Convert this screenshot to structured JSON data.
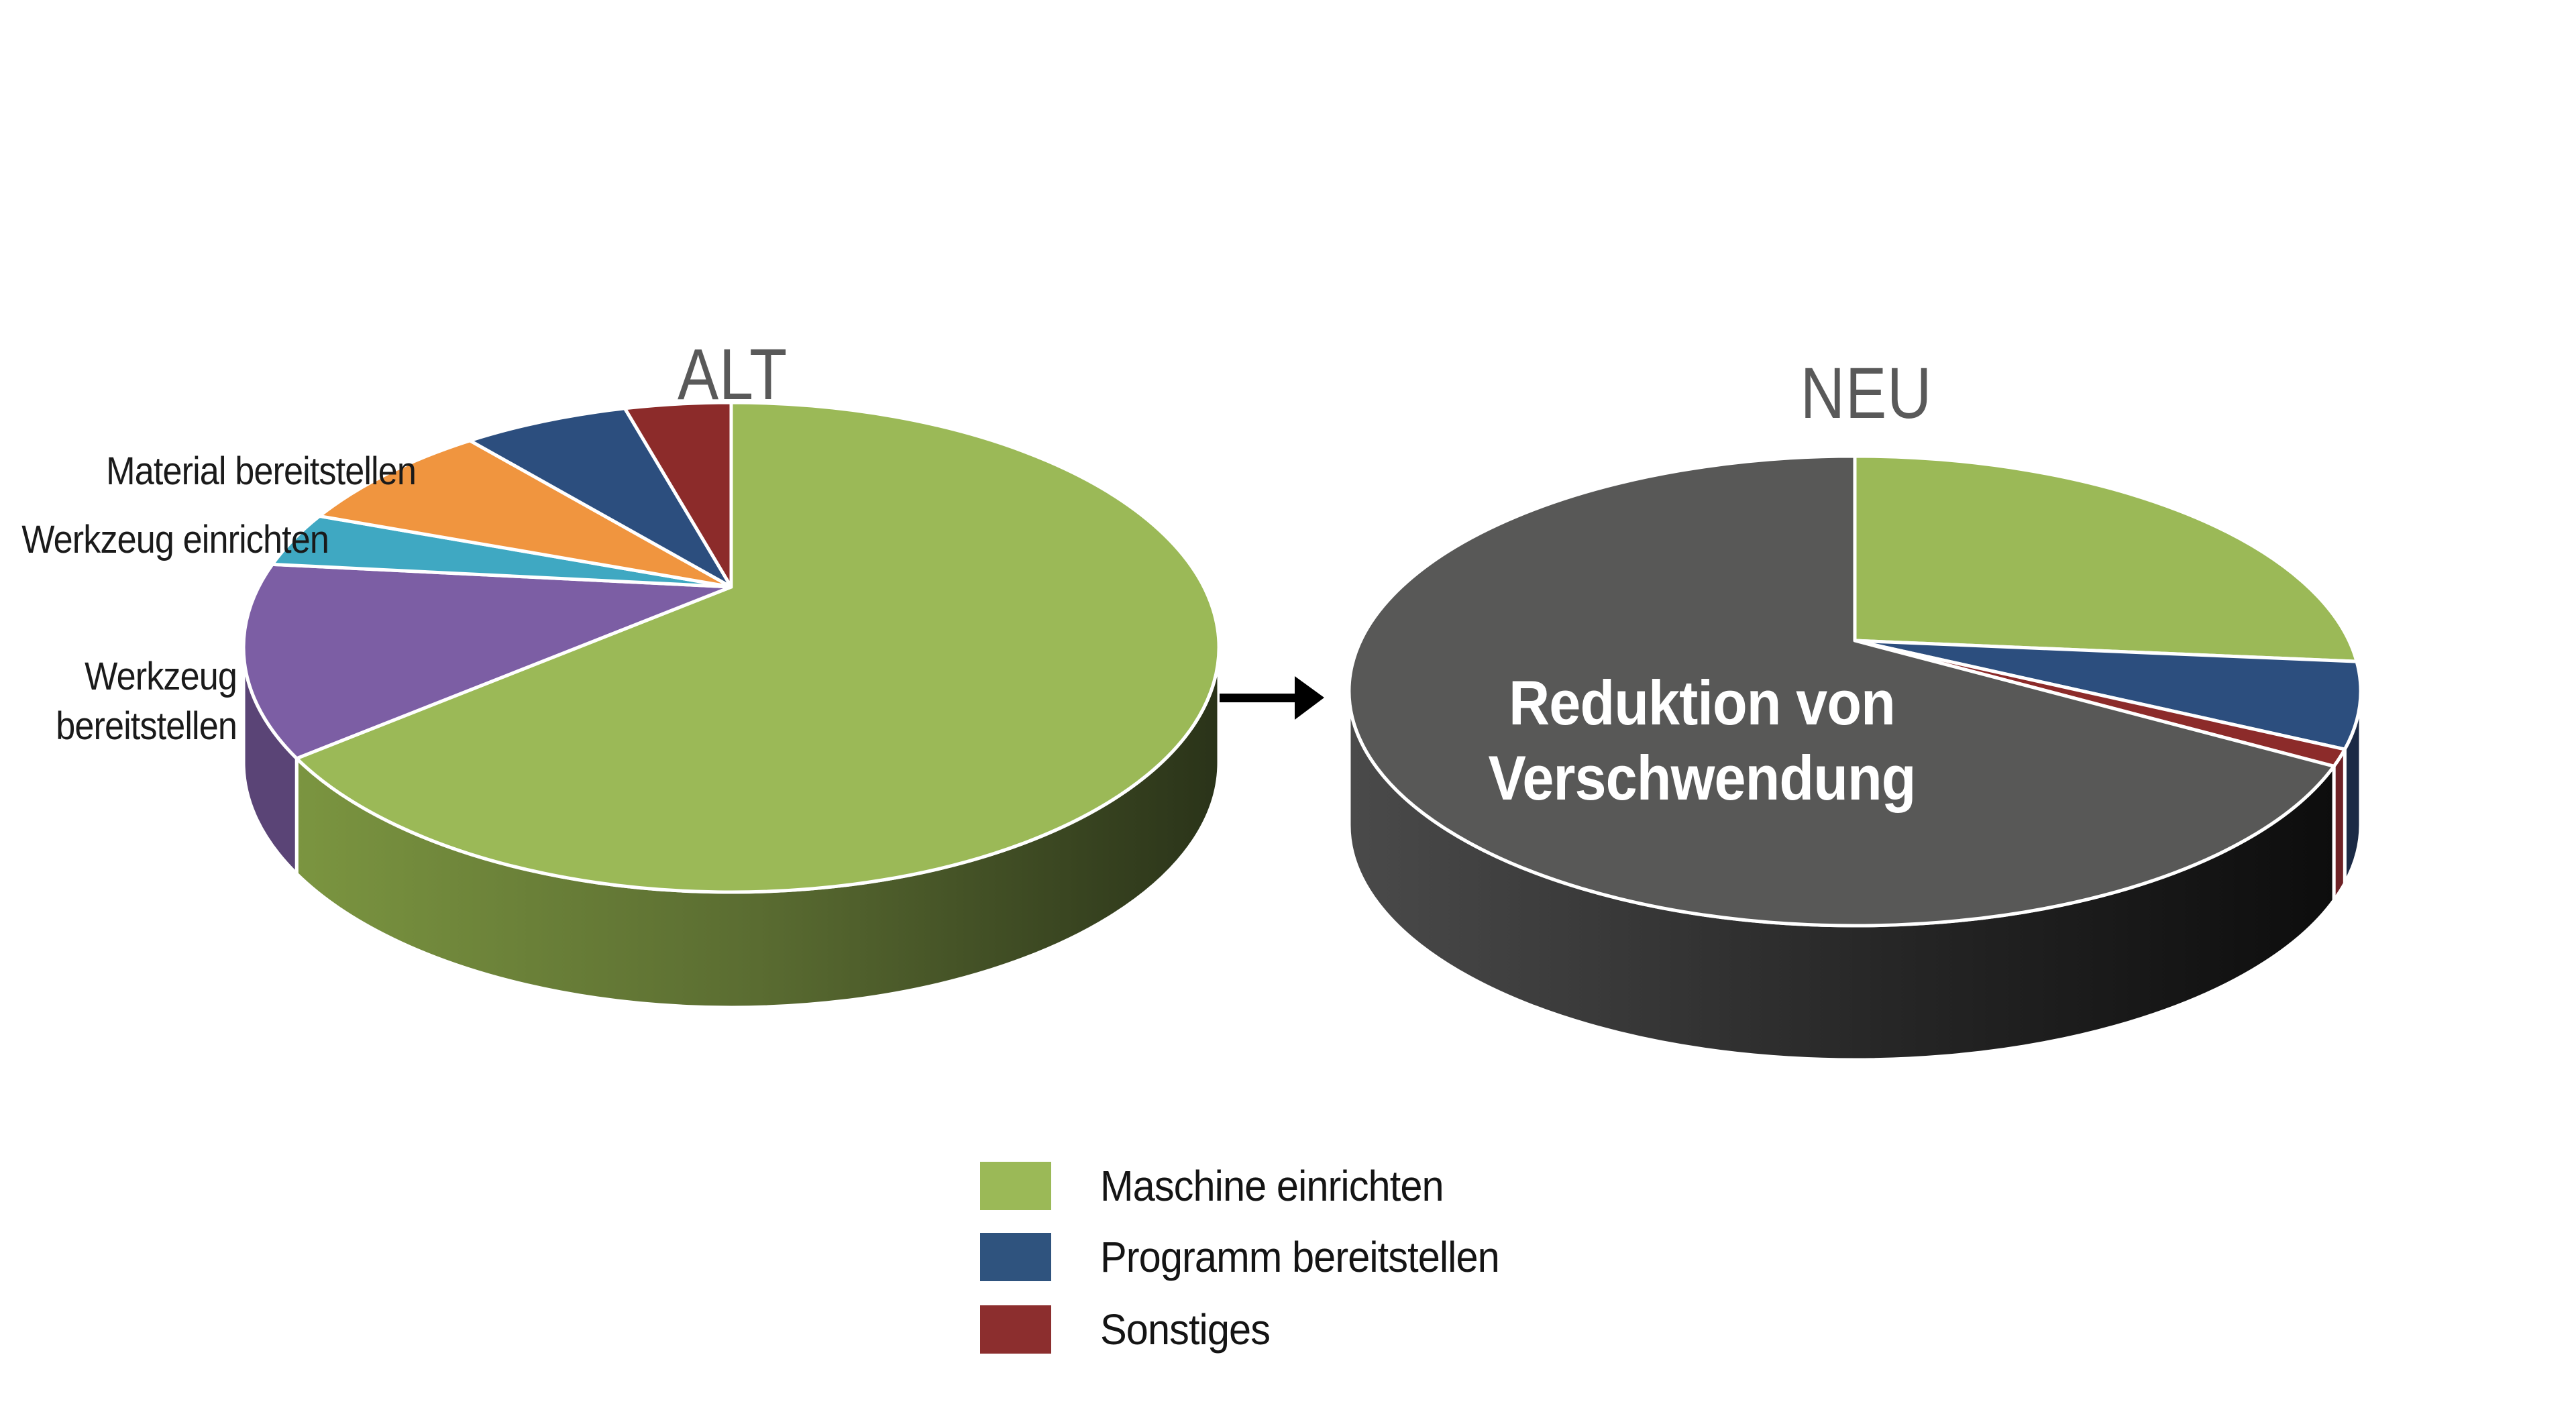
{
  "background_color": "#FFFFFF",
  "chart_data": [
    {
      "type": "pie",
      "projection": "3d",
      "title": "ALT",
      "labels": [
        "Maschine einrichten",
        "Werkzeug bereitstellen",
        "Werkzeug einrichten",
        "Material bereitstellen",
        "Programm bereitstellen",
        "Sonstiges"
      ],
      "values": [
        67.5,
        13,
        3.5,
        7,
        5.5,
        3.5
      ],
      "values_unit": "percent (estimated from slice angles, no data labels shown)",
      "colors": [
        "#9BB957",
        "#7C5EA4",
        "#3FA8C2",
        "#F0953F",
        "#2C4E7E",
        "#8C2B2A"
      ],
      "side_colors": [
        "gradient-green",
        "#5A4476",
        "#2C7A8E",
        "#B2671F",
        "#1B2A45",
        "#6E2226"
      ],
      "start_angle": "12 o'clock, clockwise",
      "legend_position": "none (callout labels at left)"
    },
    {
      "type": "pie",
      "projection": "3d",
      "title": "NEU",
      "labels": [
        "Maschine einrichten",
        "Programm bereitstellen",
        "Sonstiges",
        "Reduktion von Verschwendung"
      ],
      "values": [
        23,
        6,
        1.2,
        69.8
      ],
      "values_unit": "percent (estimated from slice angles, no data labels shown)",
      "colors": [
        "#9BB957",
        "#2C4E7E",
        "#8C2B2A",
        "#585857"
      ],
      "side_colors": [
        "#5F7633",
        "#1B2A45",
        "#6E2226",
        "gradient-gray"
      ],
      "start_angle": "12 o'clock, clockwise",
      "center_label": "Reduktion von\nVerschwendung",
      "legend_position": "none (shared legend below)"
    }
  ],
  "callouts": {
    "material_bereitstellen": "Material bereitstellen",
    "werkzeug_einrichten": "Werkzeug einrichten",
    "werkzeug_bereitstellen": "Werkzeug\nbereitstellen"
  },
  "legend": {
    "items": [
      {
        "label": "Maschine einrichten",
        "color": "#9BB957"
      },
      {
        "label": "Programm bereitstellen",
        "color": "#2F537E"
      },
      {
        "label": "Sonstiges",
        "color": "#8C2E2E"
      }
    ]
  },
  "arrow": {
    "glyph": "right-arrow",
    "color": "#000000"
  },
  "text_colors": {
    "titles": "#595959",
    "labels": "#1A1A1A",
    "overlay": "#FFFFFF"
  }
}
